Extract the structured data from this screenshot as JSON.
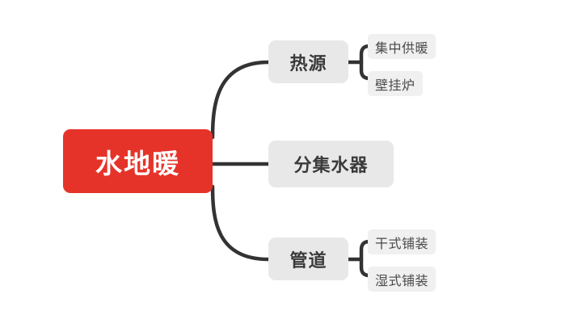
{
  "diagram": {
    "type": "mindmap",
    "title": "水地暖",
    "background_color": "#ffffff",
    "root": {
      "label": "水地暖",
      "fill": "#e63329",
      "text_color": "#ffffff"
    },
    "branch_style": {
      "fill": "#e8e8e8",
      "text_color": "#3a3a3a"
    },
    "leaf_style": {
      "fill": "#f0f0f0",
      "text_color": "#4a4a4a"
    },
    "edge_color": "#333333",
    "branches": [
      {
        "label": "热源",
        "children": [
          {
            "label": "集中供暖"
          },
          {
            "label": "壁挂炉"
          }
        ]
      },
      {
        "label": "分集水器",
        "children": []
      },
      {
        "label": "管道",
        "children": [
          {
            "label": "干式铺装"
          },
          {
            "label": "湿式铺装"
          }
        ]
      }
    ]
  }
}
